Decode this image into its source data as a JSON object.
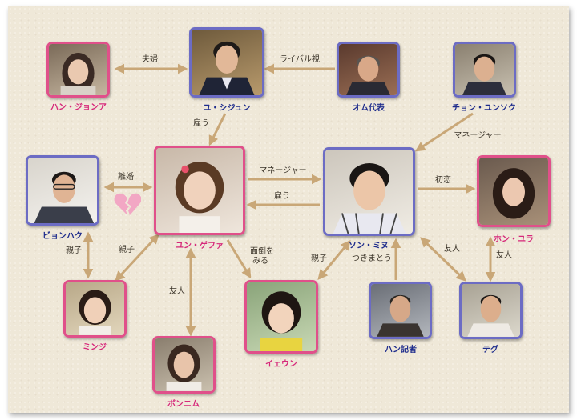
{
  "colors": {
    "female_frame": "#e0508a",
    "male_frame": "#6c6cc4",
    "female_name": "#d6287a",
    "male_name": "#1e2c8c",
    "arrow": "#c9a777",
    "heart": "#f2a7c4"
  },
  "people": {
    "han_jeonga": {
      "name": "ハン・ジョンア",
      "gender": "female"
    },
    "yu_sijun": {
      "name": "ユ・シジュン",
      "gender": "male"
    },
    "omu_daihyo": {
      "name": "オム代表",
      "gender": "male"
    },
    "chon_yunsoku": {
      "name": "チョン・ユンソク",
      "gender": "male"
    },
    "byonhaku": {
      "name": "ビョンハク",
      "gender": "male"
    },
    "yun_gefa": {
      "name": "ユン・ゲファ",
      "gender": "female"
    },
    "son_mine": {
      "name": "ソン・ミヌ",
      "gender": "male"
    },
    "hon_yura": {
      "name": "ホン・ユラ",
      "gender": "female"
    },
    "minji": {
      "name": "ミンジ",
      "gender": "female"
    },
    "ieun": {
      "name": "イェウン",
      "gender": "female"
    },
    "han_kisha": {
      "name": "ハン記者",
      "gender": "male"
    },
    "tegu": {
      "name": "テグ",
      "gender": "male"
    },
    "bonnimu": {
      "name": "ボンニム",
      "gender": "female"
    }
  },
  "relations": {
    "fuufu": "夫婦",
    "rival": "ライバル視",
    "yatou_1": "雇う",
    "manager_1": "マネージャー",
    "rikon": "離婚",
    "manager_2": "マネージャー",
    "yatou_2": "雇う",
    "hatsukoi": "初恋",
    "oyako_1": "親子",
    "oyako_2": "親子",
    "mendou_1": "面倒を",
    "mendou_2": "みる",
    "oyako_3": "親子",
    "tsukimatou": "つきまとう",
    "yuujin_1": "友人",
    "yuujin_2": "友人",
    "yuujin_3": "友人"
  },
  "icons": {
    "broken_heart": "broken-heart-icon"
  }
}
